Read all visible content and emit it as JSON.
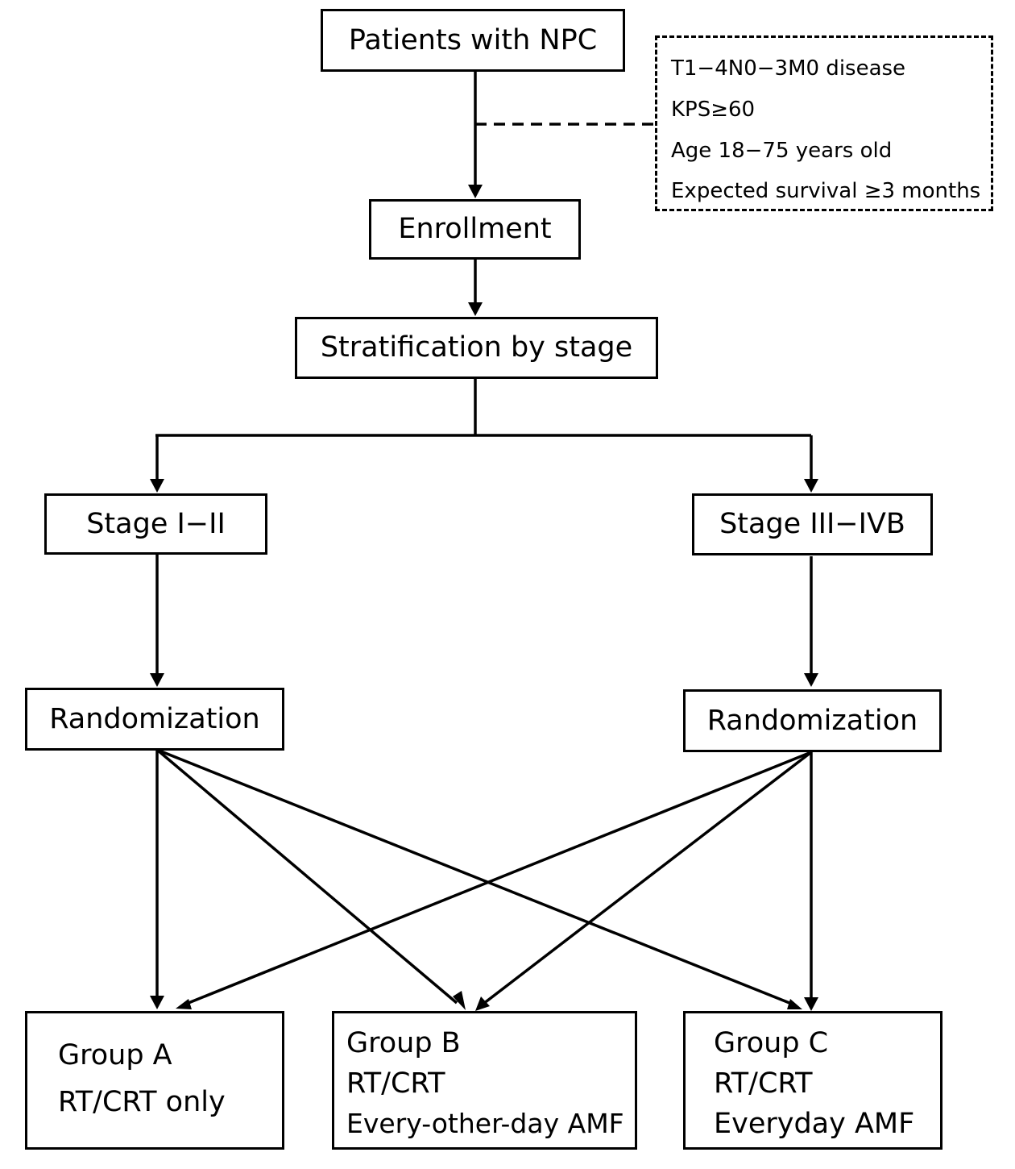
{
  "boxes": {
    "patients": "Patients with NPC",
    "enrollment": "Enrollment",
    "stratification": "Stratification by stage",
    "stage_early": "Stage I−II",
    "stage_late": "Stage III−IVB",
    "randomization_left": "Randomization",
    "randomization_right": "Randomization"
  },
  "criteria": [
    "T1−4N0−3M0 disease",
    "KPS≥60",
    "Age 18−75 years old",
    "Expected survival ≥3 months"
  ],
  "groups": [
    {
      "name": "Group A",
      "treatment": "RT/CRT only",
      "extra": ""
    },
    {
      "name": "Group B",
      "treatment": "RT/CRT",
      "extra": "Every-other-day AMF"
    },
    {
      "name": "Group C",
      "treatment": "RT/CRT",
      "extra": "Everyday AMF"
    }
  ]
}
